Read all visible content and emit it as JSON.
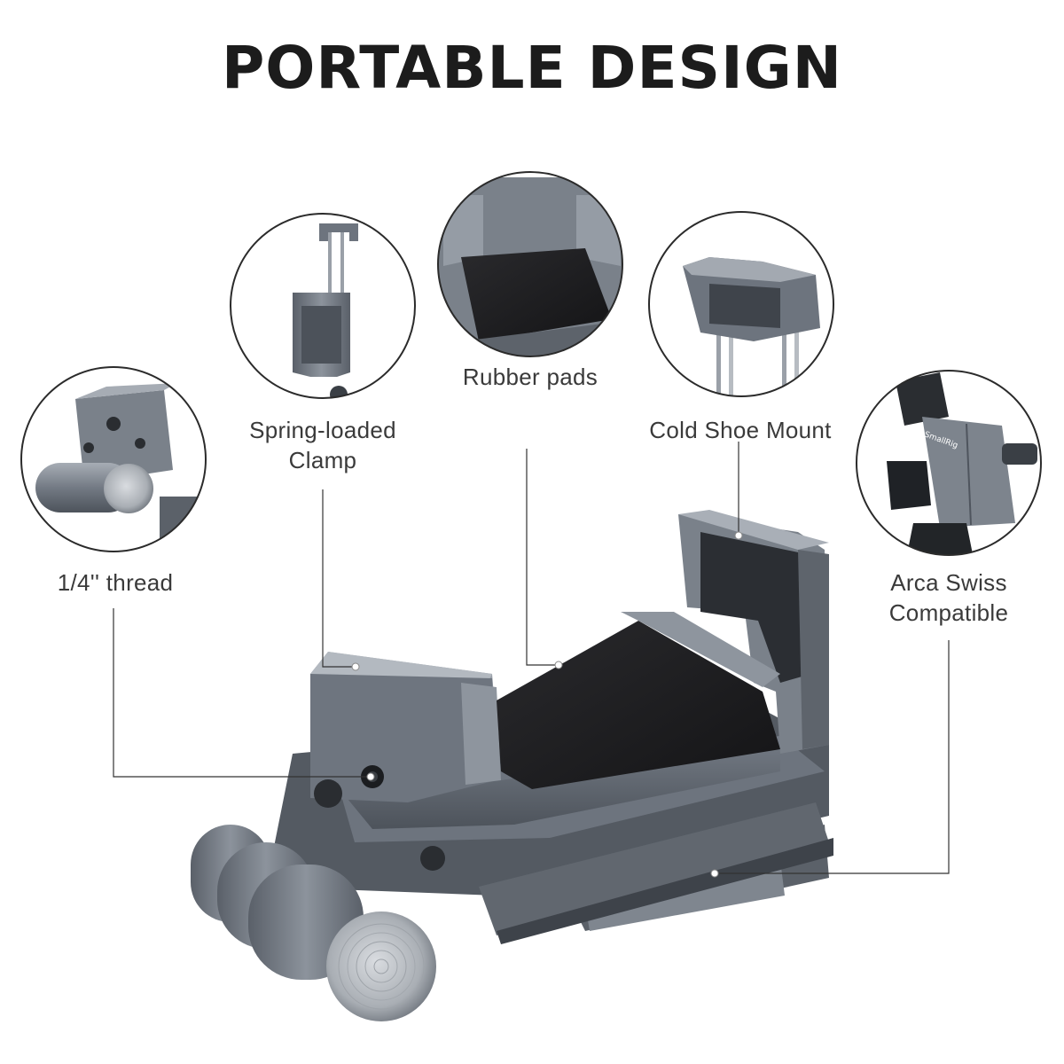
{
  "title": "PORTABLE DESIGN",
  "callouts": {
    "thread": {
      "label": "1/4'' thread",
      "icon": "threaded-hole-closeup-icon"
    },
    "clamp": {
      "line1": "Spring-loaded",
      "line2": "Clamp",
      "icon": "spring-clamp-closeup-icon"
    },
    "pads": {
      "label": "Rubber pads",
      "icon": "rubber-pad-closeup-icon"
    },
    "shoe": {
      "label": "Cold Shoe Mount",
      "icon": "cold-shoe-closeup-icon"
    },
    "arca": {
      "line1": "Arca Swiss",
      "line2": "Compatible",
      "icon": "arca-swiss-closeup-icon",
      "brand_mark": "SmallRig"
    }
  },
  "colors": {
    "metal": "#6d747e",
    "metal_dark": "#4f555e",
    "metal_light": "#9aa1aa",
    "rubber": "#1e1e20",
    "text": "#3a3a3a",
    "title": "#1c1c1c",
    "circle_border": "#2b2b2b"
  }
}
